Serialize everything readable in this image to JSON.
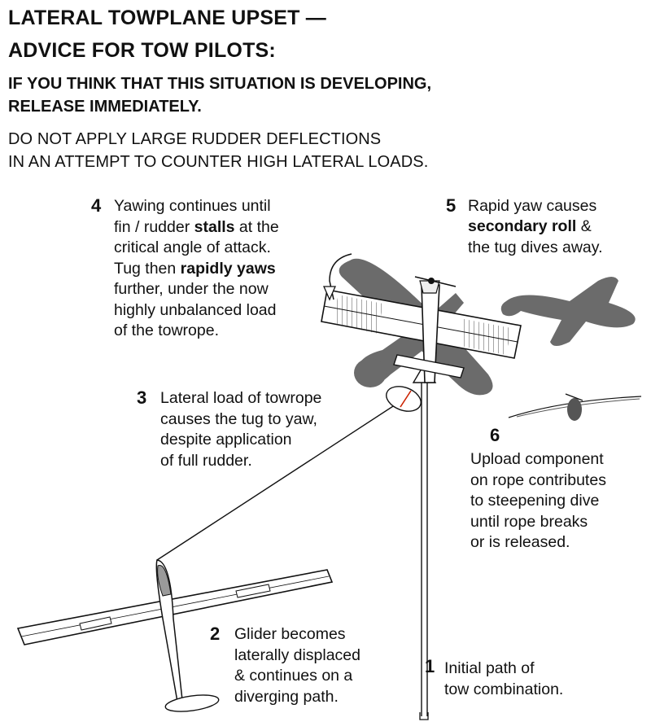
{
  "header": {
    "title_line1": "LATERAL TOWPLANE UPSET —",
    "title_line2": "ADVICE FOR TOW PILOTS:",
    "warning_line1": "IF YOU THINK THAT THIS SITUATION IS DEVELOPING,",
    "warning_line2": "RELEASE IMMEDIATELY.",
    "advice_line1": "DO NOT APPLY LARGE RUDDER DEFLECTIONS",
    "advice_line2": "IN AN ATTEMPT TO COUNTER HIGH LATERAL LOADS."
  },
  "steps": [
    {
      "number": "1",
      "lines": [
        "Initial path of",
        "tow combination."
      ]
    },
    {
      "number": "2",
      "lines": [
        "Glider becomes",
        "laterally displaced",
        "& continues on a",
        "diverging path."
      ]
    },
    {
      "number": "3",
      "lines": [
        "Lateral load of towrope",
        "causes the tug to yaw,",
        "despite application",
        "of full rudder."
      ]
    },
    {
      "number": "4",
      "lines": [
        "Yawing continues until",
        "fin / rudder ",
        "stalls",
        " at the",
        "critical angle of attack.",
        "Tug then ",
        "rapidly yaws",
        "further,  under the now",
        "highly unbalanced load",
        "of the towrope."
      ]
    },
    {
      "number": "5",
      "lines": [
        "Rapid yaw causes",
        "secondary roll",
        " &",
        "the tug dives away."
      ]
    },
    {
      "number": "6",
      "lines": [
        "Upload component",
        "on rope contributes",
        "to steepening dive",
        "until rope breaks",
        "or is released."
      ]
    }
  ],
  "colors": {
    "ink": "#111111",
    "shadow": "#6b6b6b",
    "accent": "#cc2200"
  }
}
